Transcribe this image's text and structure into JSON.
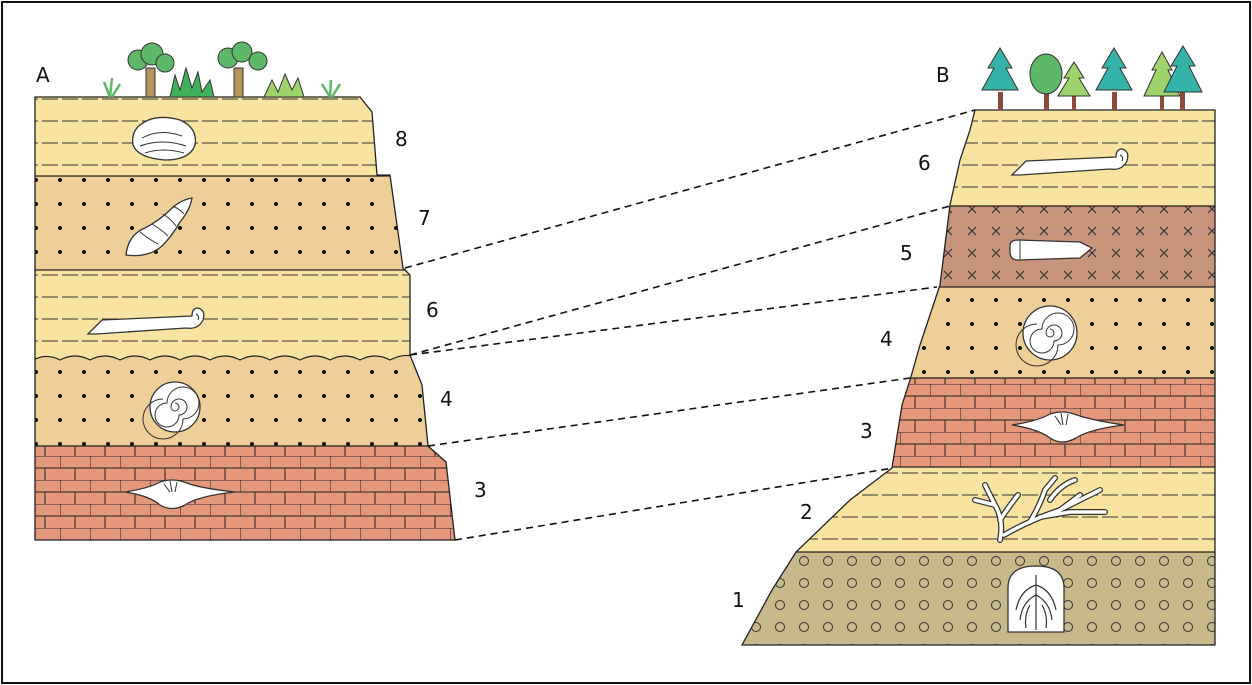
{
  "diagram": {
    "column_a": {
      "label": "A",
      "layers": [
        {
          "number": "8",
          "rock": "shale",
          "fossil": "clam-shell"
        },
        {
          "number": "7",
          "rock": "sandstone",
          "fossil": "spiral-snail"
        },
        {
          "number": "6",
          "rock": "shale",
          "fossil": "straight-cephalopod"
        },
        {
          "number": "4",
          "rock": "sandstone",
          "fossil": "ammonite"
        },
        {
          "number": "3",
          "rock": "limestone",
          "fossil": "brachiopod"
        }
      ]
    },
    "column_b": {
      "label": "B",
      "layers": [
        {
          "number": "6",
          "rock": "shale",
          "fossil": "straight-cephalopod"
        },
        {
          "number": "5",
          "rock": "igneous-cross-pattern",
          "fossil": "orthocone"
        },
        {
          "number": "4",
          "rock": "sandstone",
          "fossil": "ammonite"
        },
        {
          "number": "3",
          "rock": "limestone",
          "fossil": "brachiopod"
        },
        {
          "number": "2",
          "rock": "shale",
          "fossil": "branching-coral"
        },
        {
          "number": "1",
          "rock": "conglomerate",
          "fossil": "trilobite"
        }
      ]
    },
    "colors": {
      "shale": "#f8e4a0",
      "sandstone": "#efcf98",
      "limestone": "#e4977a",
      "igneous": "#c9947c",
      "conglomerate": "#c8b98a",
      "tree_green": "#5eb86a",
      "conifer": "#35b3a8",
      "trunk": "#8b4a3a"
    }
  }
}
